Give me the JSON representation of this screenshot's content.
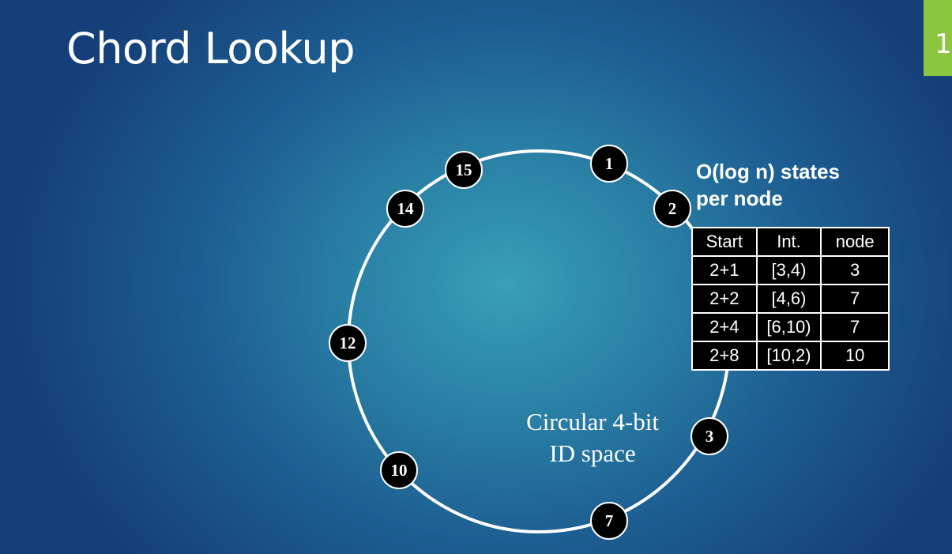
{
  "slide": {
    "title": "Chord Lookup",
    "number": "1",
    "accent_color": "#8cc63f"
  },
  "ring": {
    "label_line1": "Circular 4-bit",
    "label_line2": "ID space",
    "nodes": [
      "15",
      "1",
      "14",
      "2",
      "12",
      "3",
      "10",
      "7"
    ]
  },
  "note": {
    "line1": "O(log n) states",
    "line2": "per node"
  },
  "finger_table": {
    "headers": [
      "Start",
      "Int.",
      "node"
    ],
    "rows": [
      [
        "2+1",
        "[3,4)",
        "3"
      ],
      [
        "2+2",
        "[4,6)",
        "7"
      ],
      [
        "2+4",
        "[6,10)",
        "7"
      ],
      [
        "2+8",
        "[10,2)",
        "10"
      ]
    ]
  }
}
